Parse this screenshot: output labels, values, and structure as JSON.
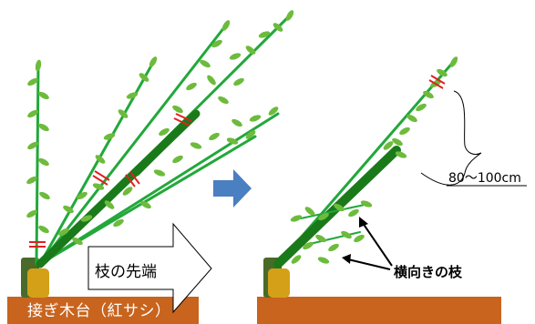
{
  "labels": {
    "rootstock": "接ぎ木台（紅サシ）",
    "branch_tip": "枝の先端",
    "length_range": "80～100cm",
    "lateral_branches": "横向きの枝"
  },
  "colors": {
    "stem_dark": "#1a7a1a",
    "stem_light": "#22a83a",
    "leaf": "#6dbb3c",
    "leaf_dark": "#4a9e2a",
    "cut_mark": "#e02020",
    "trunk_olive": "#4a6a2a",
    "stump_gold": "#d4a017",
    "ground_brown": "#c8641e",
    "arrow_blue": "#4a7fc1"
  }
}
